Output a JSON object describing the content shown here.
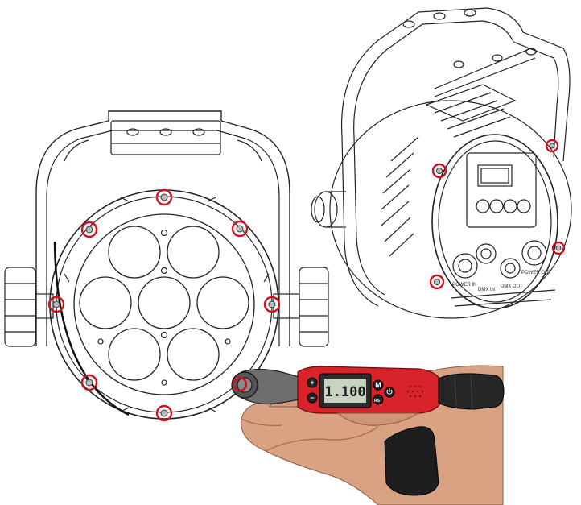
{
  "wrench": {
    "display_value": "1.100",
    "button_labels": [
      "+",
      "−",
      "M",
      "RST"
    ]
  },
  "rear_panel": {
    "port_labels": [
      "POWER IN",
      "DMX IN",
      "DMX OUT",
      "POWER OUT"
    ]
  },
  "highlight_color": "#d0101e",
  "wrench_body_color": "#d8232a",
  "front_fixture": {
    "highlighted_screws": 8,
    "lens_count": 7
  },
  "rear_fixture": {
    "highlighted_screws": 4
  }
}
